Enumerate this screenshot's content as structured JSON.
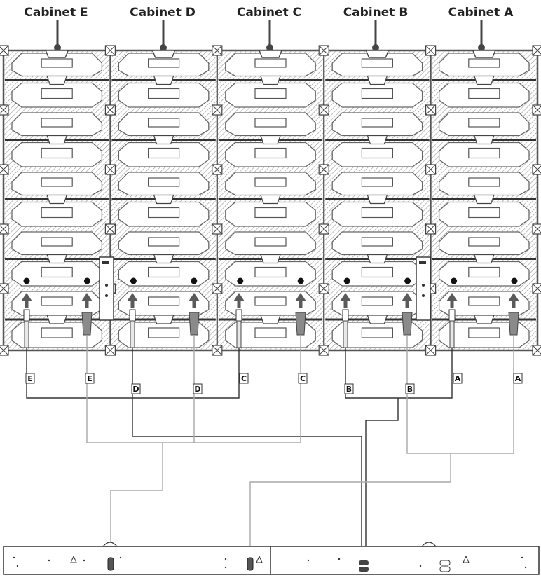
{
  "cabinets": [
    {
      "id": "E",
      "title": "Cabinet E",
      "tag": "E"
    },
    {
      "id": "D",
      "title": "Cabinet D",
      "tag": "D"
    },
    {
      "id": "C",
      "title": "Cabinet C",
      "tag": "C"
    },
    {
      "id": "B",
      "title": "Cabinet B",
      "tag": "B"
    },
    {
      "id": "A",
      "title": "Cabinet A",
      "tag": "A"
    }
  ],
  "colors": {
    "frame": "#555555",
    "hatch": "#9a9a9a",
    "module_fill": "#ffffff",
    "arrow": "#5a5a5a",
    "data_cable": "#333333",
    "power_cable": "#a8a8a8",
    "plug": "#8a8a8a"
  }
}
